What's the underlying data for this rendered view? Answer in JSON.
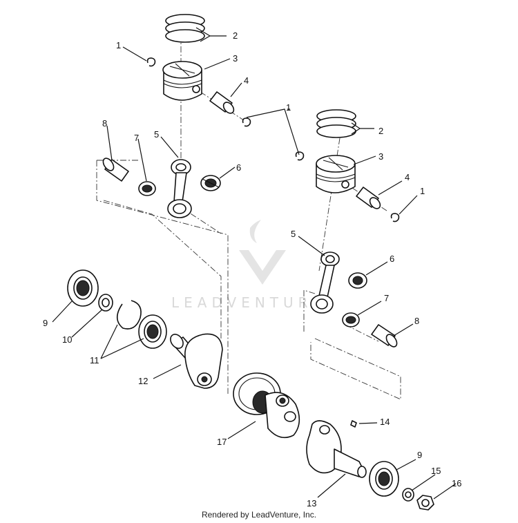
{
  "watermark": {
    "brand": "LEADVENTURE"
  },
  "callouts": {
    "p1a": "1",
    "p1b": "1",
    "p1c": "1",
    "p2a": "2",
    "p2b": "2",
    "p3a": "3",
    "p3b": "3",
    "p4a": "4",
    "p4b": "4",
    "p5a": "5",
    "p5b": "5",
    "p6a": "6",
    "p6b": "6",
    "p7a": "7",
    "p7b": "7",
    "p8a": "8",
    "p8b": "8",
    "p9a": "9",
    "p9b": "9",
    "p10": "10",
    "p11": "11",
    "p12": "12",
    "p13": "13",
    "p14": "14",
    "p15": "15",
    "p16": "16",
    "p17": "17"
  },
  "footer": {
    "credit": "Rendered by LeadVenture, Inc."
  }
}
